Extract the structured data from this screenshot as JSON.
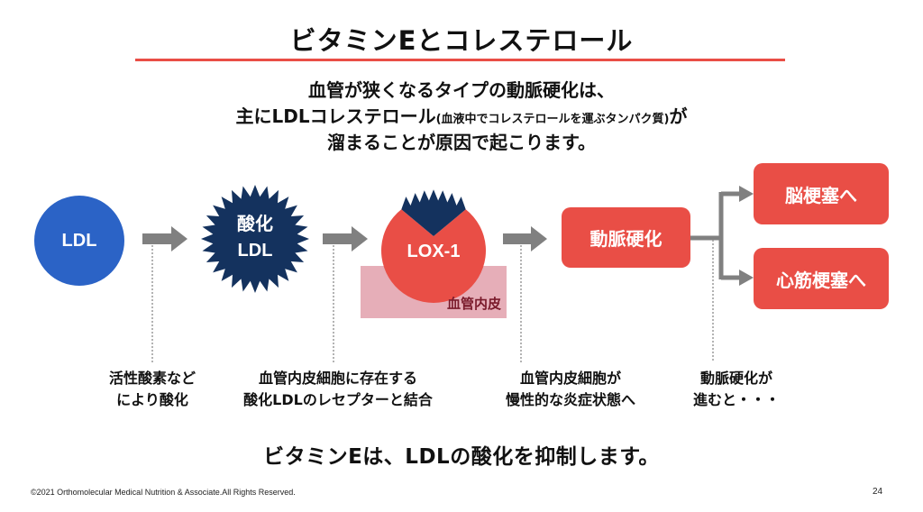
{
  "slide": {
    "title": "ビタミンEとコレステロール",
    "intro": {
      "line1": "血管が狭くなるタイプの動脈硬化は、",
      "line2_main": "主にLDLコレステロール",
      "line2_note": "(血液中でコレステロールを運ぶタンパク質)",
      "line2_end": "が",
      "line3": "溜まることが原因で起こります。"
    },
    "flow": {
      "ldl_label": "LDL",
      "oxidized_ldl_line1": "酸化",
      "oxidized_ldl_line2": "LDL",
      "lox1_label": "LOX-1",
      "endothelium_label": "血管内皮",
      "atherosclerosis_label": "動脈硬化",
      "outcome_stroke": "脳梗塞へ",
      "outcome_infarction": "心筋梗塞へ"
    },
    "captions": [
      {
        "line1": "活性酸素など",
        "line2": "により酸化"
      },
      {
        "line1": "血管内皮細胞に存在する",
        "line2": "酸化LDLのレセプターと結合"
      },
      {
        "line1": "血管内皮細胞が",
        "line2": "慢性的な炎症状態へ"
      },
      {
        "line1": "動脈硬化が",
        "line2": "進むと・・・"
      }
    ],
    "statement": "ビタミンEは、LDLの酸化を抑制します。",
    "footer": "©2021 Orthomolecular Medical Nutrition & Associate.All Rights Reserved.",
    "page_number": "24"
  },
  "colors": {
    "accent_red": "#E94E46",
    "ldl_blue": "#2B63C6",
    "oxidized_navy": "#14325E",
    "endothelium_pink": "#E6AEB8",
    "endothelium_text": "#7A1A2B",
    "arrow_gray": "#808080"
  }
}
